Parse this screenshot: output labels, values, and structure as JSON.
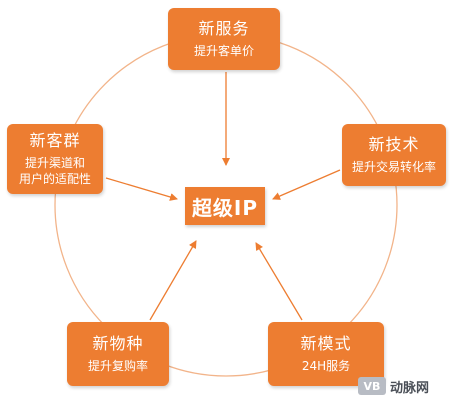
{
  "diagram": {
    "center": {
      "label": "超级IP"
    },
    "nodes": {
      "top": {
        "title": "新服务",
        "sub": "提升客单价"
      },
      "left": {
        "title": "新客群",
        "sub_line1": "提升渠道和",
        "sub_line2": "用户的适配性"
      },
      "right": {
        "title": "新技术",
        "sub": "提升交易转化率"
      },
      "bottom_left": {
        "title": "新物种",
        "sub": "提升复购率"
      },
      "bottom_right": {
        "title": "新模式",
        "sub": "24H服务"
      }
    },
    "colors": {
      "box_fill": "#ED7D31",
      "box_text": "#FFFFFF",
      "arrow": "#ED7D31",
      "circle": "#F2B48A"
    }
  },
  "watermark": {
    "logo": "VB",
    "text": "动脉网"
  }
}
